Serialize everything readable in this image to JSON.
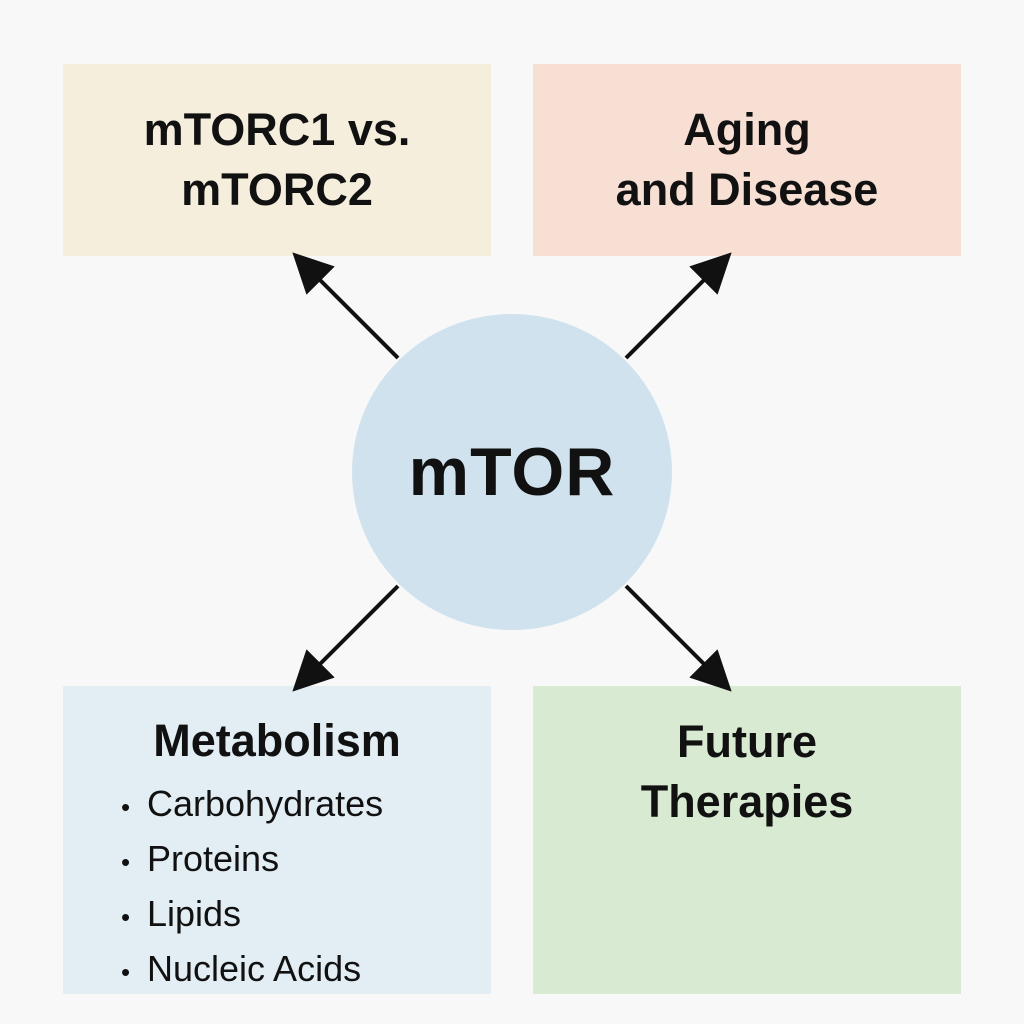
{
  "center": {
    "label": "mTOR"
  },
  "boxes": {
    "top_left": {
      "title_line1": "mTORC1 vs.",
      "title_line2": "mTORC2"
    },
    "top_right": {
      "title_line1": "Aging",
      "title_line2": "and Disease"
    },
    "bottom_left": {
      "title": "Metabolism",
      "bullet_symbol": "•",
      "items": [
        "Carbohydrates",
        "Proteins",
        "Lipids",
        "Nucleic Acids"
      ]
    },
    "bottom_right": {
      "title_line1": "Future",
      "title_line2": "Therapies"
    }
  },
  "colors": {
    "background": "#f8f8f8",
    "top_left_fill": "#f5eedc",
    "top_right_fill": "#f8dfd4",
    "bottom_left_fill": "#e2eef4",
    "bottom_right_fill": "#d8ead2",
    "center_fill": "#cfe2ed",
    "arrow": "#111111"
  }
}
